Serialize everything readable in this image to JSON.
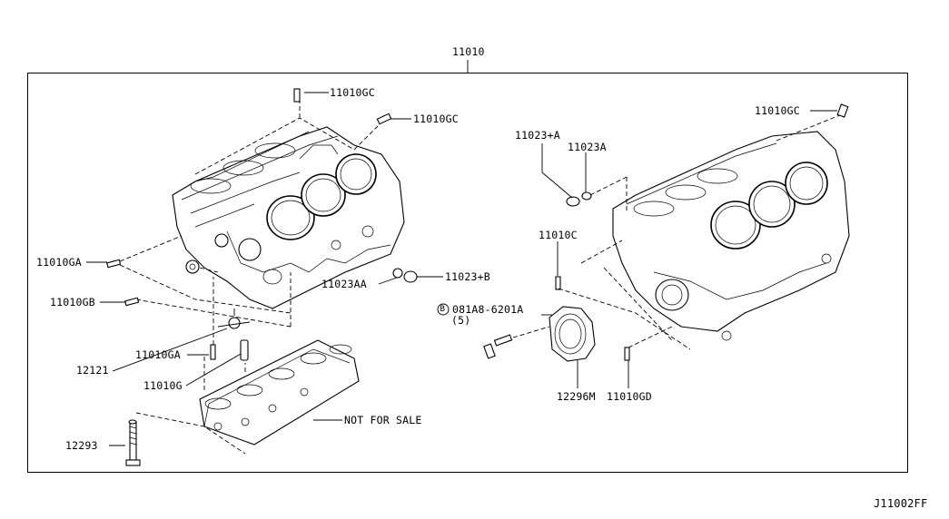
{
  "assembly_number": "11010",
  "diagram_code": "J11002FF",
  "labels": {
    "gc_top": "11010GC",
    "gc_mid": "11010GC",
    "gc_right": "11010GC",
    "ga_left": "11010GA",
    "gb": "11010GB",
    "ga_lower": "11010GA",
    "p12121": "12121",
    "g": "11010G",
    "p12293": "12293",
    "nfs": "NOT FOR SALE",
    "aa": "11023AA",
    "b": "11023+B",
    "a_plus": "11023+A",
    "a": "11023A",
    "c": "11010C",
    "bolt_circle": "B",
    "bolt": "081A8-6201A",
    "bolt_qty": "(5)",
    "m": "12296M",
    "gd": "11010GD"
  }
}
